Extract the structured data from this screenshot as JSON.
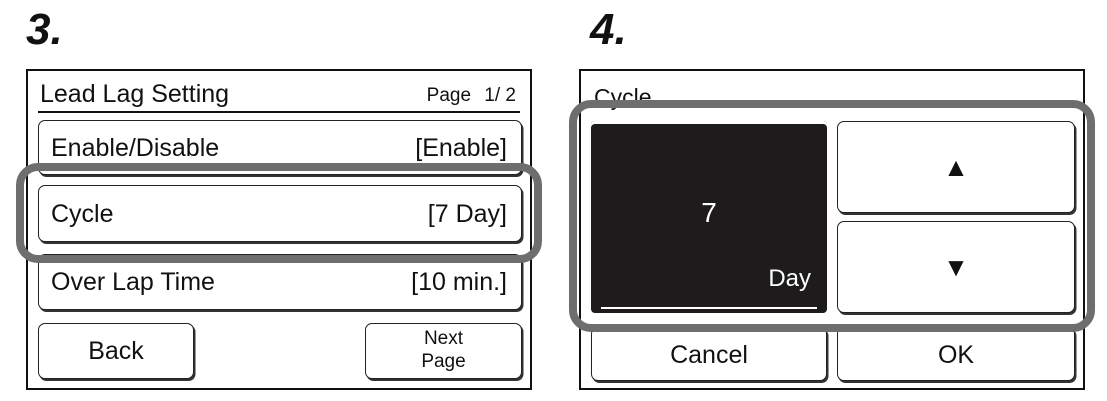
{
  "step3": {
    "number": "3.",
    "title": "Lead Lag Setting",
    "page_label": "Page",
    "page_value": "1/ 2",
    "rows": [
      {
        "label": "Enable/Disable",
        "value": "[Enable]"
      },
      {
        "label": "Cycle",
        "value": "[7 Day]"
      },
      {
        "label": "Over Lap Time",
        "value": "[10 min.]"
      }
    ],
    "back_label": "Back",
    "next_line1": "Next",
    "next_line2": "Page"
  },
  "step4": {
    "number": "4.",
    "title": "Cycle",
    "display_value": "7",
    "display_unit": "Day",
    "up_glyph": "▲",
    "down_glyph": "▼",
    "cancel_label": "Cancel",
    "ok_label": "OK"
  }
}
